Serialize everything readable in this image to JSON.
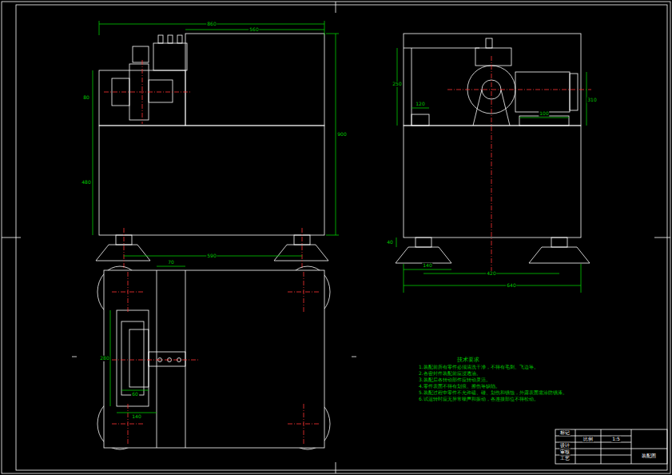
{
  "diagram": {
    "labels": [
      "860",
      "560",
      "900",
      "80",
      "480",
      "590",
      "70",
      "280",
      "140",
      "60",
      "250",
      "310",
      "100",
      "120",
      "40",
      "140",
      "420",
      "640",
      "技术要求",
      "1.装配前所有零件必须清洗干净，不得有毛刺、飞边等。",
      "2.各密封件装配前应浸透油。",
      "3.装配后各转动部件应转动灵活。",
      "4.零件表面不得有划痕、擦伤等缺陷。",
      "5.装配过程中零件不允许磕、碰、划伤和锈蚀，外露表面需涂防锈漆。",
      "6.试运转时应无异常噪声和振动，各连接部位不得松动。",
      "标记",
      "设计",
      "审核",
      "工艺",
      "比例",
      "1:5",
      "装配图"
    ]
  }
}
